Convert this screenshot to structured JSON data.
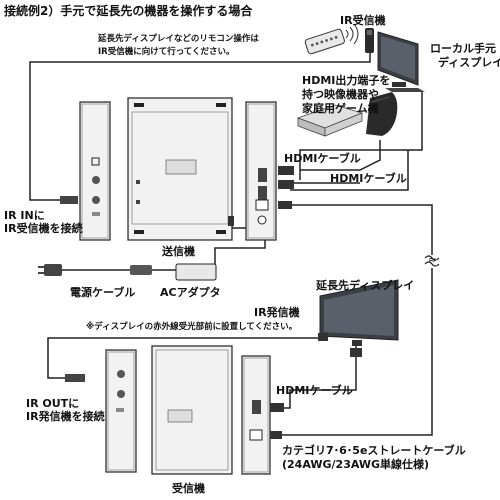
{
  "title": "接続例2）手元で延長先の機器を操作する場合",
  "labels": {
    "ir_receiver": "IR受信機",
    "remote_note_1": "延長先ディスプレイなどのリモコン操作は",
    "remote_note_2": "IR受信機に向けて行ってください。",
    "local_display_1": "ローカル手元",
    "local_display_2": "ディスプレイ",
    "hdmi_source_1": "HDMI出力端子を",
    "hdmi_source_2": "持つ映像機器や",
    "hdmi_source_3": "家庭用ゲーム機",
    "hdmi_cable_1": "HDMIケーブル",
    "hdmi_cable_2": "HDMIケーブル",
    "ir_in_1": "IR INに",
    "ir_in_2": "IR受信機を接続",
    "transmitter": "送信機",
    "power_cable": "電源ケーブル",
    "ac_adapter": "ACアダプタ",
    "remote_display": "延長先ディスプレイ",
    "ir_emitter": "IR発信機",
    "emitter_note": "※ディスプレイの赤外線受光部前に設置してください。",
    "ir_out_1": "IR OUTに",
    "ir_out_2": "IR発信機を接続",
    "hdmi_cable_3": "HDMIケーブル",
    "lan_cable_1": "カテゴリ7･6･5eストレートケーブル",
    "lan_cable_2": "(24AWG/23AWG単線仕様)",
    "receiver": "受信機",
    "break_mark": "≈"
  },
  "colors": {
    "line": "#222222",
    "device_fill": "#f2f2f2",
    "device_dark": "#3a3a3a",
    "screen": "#4a4f57"
  }
}
